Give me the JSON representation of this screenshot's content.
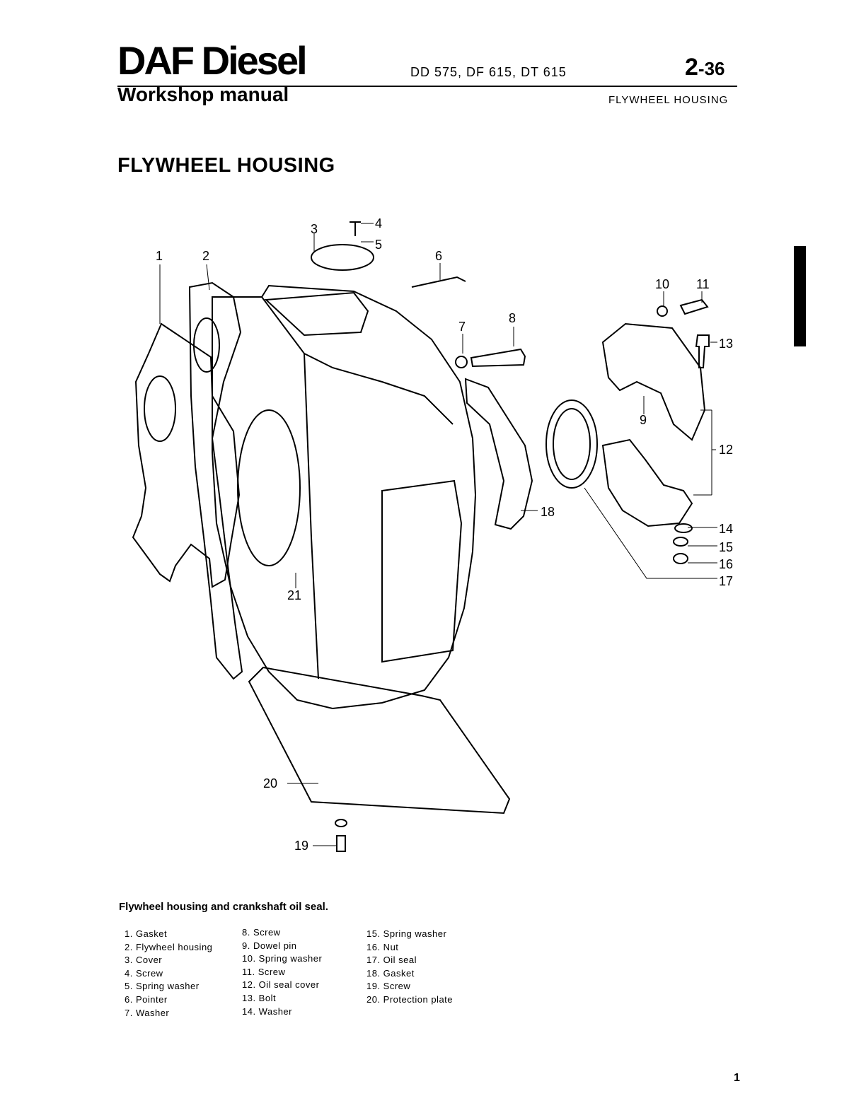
{
  "header": {
    "brand": "DAF Diesel",
    "subtitle": "Workshop manual",
    "models": "DD 575, DF 615, DT 615",
    "page_number": "2",
    "page_number_suffix": "-36",
    "section": "FLYWHEEL HOUSING"
  },
  "title": "FLYWHEEL HOUSING",
  "figure": {
    "callouts": [
      "1",
      "2",
      "3",
      "4",
      "5",
      "6",
      "7",
      "8",
      "9",
      "10",
      "11",
      "12",
      "13",
      "14",
      "15",
      "16",
      "17",
      "18",
      "19",
      "20",
      "21"
    ],
    "caption": "Flywheel housing and crankshaft oil seal."
  },
  "parts_list": {
    "col1": [
      "1. Gasket",
      "2. Flywheel housing",
      "3. Cover",
      "4. Screw",
      "5. Spring washer",
      "6. Pointer",
      "7. Washer"
    ],
    "col2": [
      "8. Screw",
      "9. Dowel pin",
      "10. Spring washer",
      "11. Screw",
      "12. Oil seal cover",
      "13. Bolt",
      "14. Washer"
    ],
    "col3": [
      "15. Spring washer",
      "16. Nut",
      "17. Oil seal",
      "18. Gasket",
      "19. Screw",
      "20. Protection plate"
    ]
  },
  "footer": {
    "page": "1"
  }
}
